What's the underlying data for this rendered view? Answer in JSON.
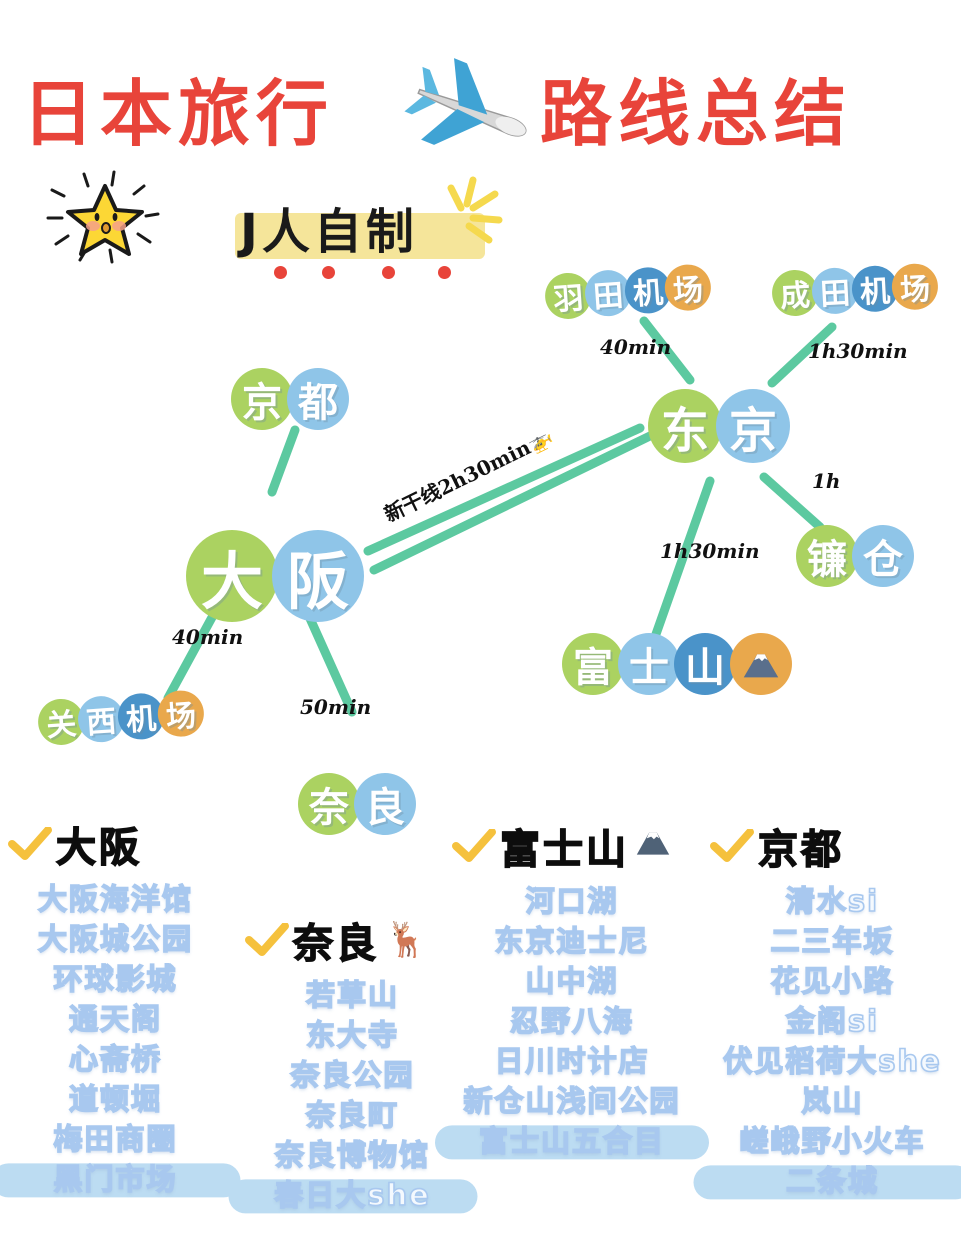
{
  "title": {
    "part1": "日本旅行",
    "part2": "路线总结",
    "plane_icon": "airplane-icon",
    "subtitle": "J人自制",
    "star_icon": "cute-star-icon",
    "sparkle_icon": "sparkle-icon"
  },
  "colors": {
    "title_red": "#e8443a",
    "highlight_yellow": "#f5e59a",
    "node_green": "#abd261",
    "node_light_blue": "#8fc5e8",
    "node_mid_blue": "#4a93c9",
    "node_orange": "#e9a84c",
    "edge_green": "#5cc9a0",
    "list_text_blue": "#a8c8ef",
    "pill_blue": "#bcdcf2",
    "check_yellow": "#f5c13d"
  },
  "map": {
    "nodes": [
      {
        "id": "haneda",
        "label": "羽田机场",
        "chars": [
          "羽",
          "田",
          "机",
          "场"
        ],
        "colors": [
          "green",
          "lblue",
          "mblue",
          "orange"
        ],
        "size": "sm"
      },
      {
        "id": "narita",
        "label": "成田机场",
        "chars": [
          "成",
          "田",
          "机",
          "场"
        ],
        "colors": [
          "green",
          "lblue",
          "mblue",
          "orange"
        ],
        "size": "sm"
      },
      {
        "id": "tokyo",
        "label": "东京",
        "chars": [
          "东",
          "京"
        ],
        "colors": [
          "green",
          "lblue"
        ],
        "size": "lg"
      },
      {
        "id": "kyoto",
        "label": "京都",
        "chars": [
          "京",
          "都"
        ],
        "colors": [
          "green",
          "lblue"
        ],
        "size": "md"
      },
      {
        "id": "osaka",
        "label": "大阪",
        "chars": [
          "大",
          "阪"
        ],
        "colors": [
          "green",
          "lblue"
        ],
        "size": "xl"
      },
      {
        "id": "kamakura",
        "label": "镰仓",
        "chars": [
          "镰",
          "仓"
        ],
        "colors": [
          "green",
          "lblue"
        ],
        "size": "md"
      },
      {
        "id": "fuji",
        "label": "富士山",
        "chars": [
          "富",
          "士",
          "山",
          "🗻"
        ],
        "colors": [
          "green",
          "lblue",
          "mblue",
          "orange"
        ],
        "size": "md"
      },
      {
        "id": "kansai",
        "label": "关西机场",
        "chars": [
          "关",
          "西",
          "机",
          "场"
        ],
        "colors": [
          "green",
          "lblue",
          "mblue",
          "orange"
        ],
        "size": "sm"
      },
      {
        "id": "nara",
        "label": "奈良",
        "chars": [
          "奈",
          "良"
        ],
        "colors": [
          "green",
          "lblue"
        ],
        "size": "md"
      }
    ],
    "edges": [
      {
        "from": "haneda",
        "to": "tokyo",
        "label": "40min"
      },
      {
        "from": "narita",
        "to": "tokyo",
        "label": "1h30min"
      },
      {
        "from": "tokyo",
        "to": "kamakura",
        "label": "1h"
      },
      {
        "from": "tokyo",
        "to": "fuji",
        "label": "1h30min"
      },
      {
        "from": "tokyo",
        "to": "osaka",
        "label": "新干线2h30min🚄"
      },
      {
        "from": "kyoto",
        "to": "osaka",
        "label": ""
      },
      {
        "from": "osaka",
        "to": "kansai",
        "label": "40min"
      },
      {
        "from": "osaka",
        "to": "nara",
        "label": "50min"
      }
    ],
    "labels": {
      "haneda_tokyo": "40min",
      "narita_tokyo": "1h30min",
      "tokyo_kamakura": "1h",
      "tokyo_fuji": "1h30min",
      "tokyo_osaka": "新干线2h30min",
      "osaka_kansai": "40min",
      "osaka_nara": "50min",
      "shinkansen_icon": "bullet-train-icon"
    }
  },
  "lists": [
    {
      "id": "osaka",
      "title": "大阪",
      "emoji": "",
      "check_icon": "check-mark-icon",
      "items": [
        "大阪海洋馆",
        "大阪城公园",
        "环球影城",
        "通天阁",
        "心斋桥",
        "道顿堀",
        "梅田商圈",
        "黑门市场"
      ],
      "highlight_index": 7
    },
    {
      "id": "nara",
      "title": "奈良",
      "emoji": "🦌",
      "check_icon": "check-mark-icon",
      "items": [
        "若草山",
        "东大寺",
        "奈良公园",
        "奈良町",
        "奈良博物馆",
        "春日大she"
      ],
      "highlight_index": 5
    },
    {
      "id": "fuji",
      "title": "富士山",
      "emoji": "🗻",
      "check_icon": "check-mark-icon",
      "items": [
        "河口湖",
        "东京迪士尼",
        "山中湖",
        "忍野八海",
        "日川时计店",
        "新仓山浅间公园",
        "富士山五合目"
      ],
      "highlight_index": 6
    },
    {
      "id": "kyoto",
      "title": "京都",
      "emoji": "",
      "check_icon": "check-mark-icon",
      "items": [
        "清水si",
        "二三年坂",
        "花见小路",
        "金阁si",
        "伏见稻荷大she",
        "岚山",
        "嵯峨野小火车",
        "二条城"
      ],
      "highlight_index": 7
    }
  ]
}
